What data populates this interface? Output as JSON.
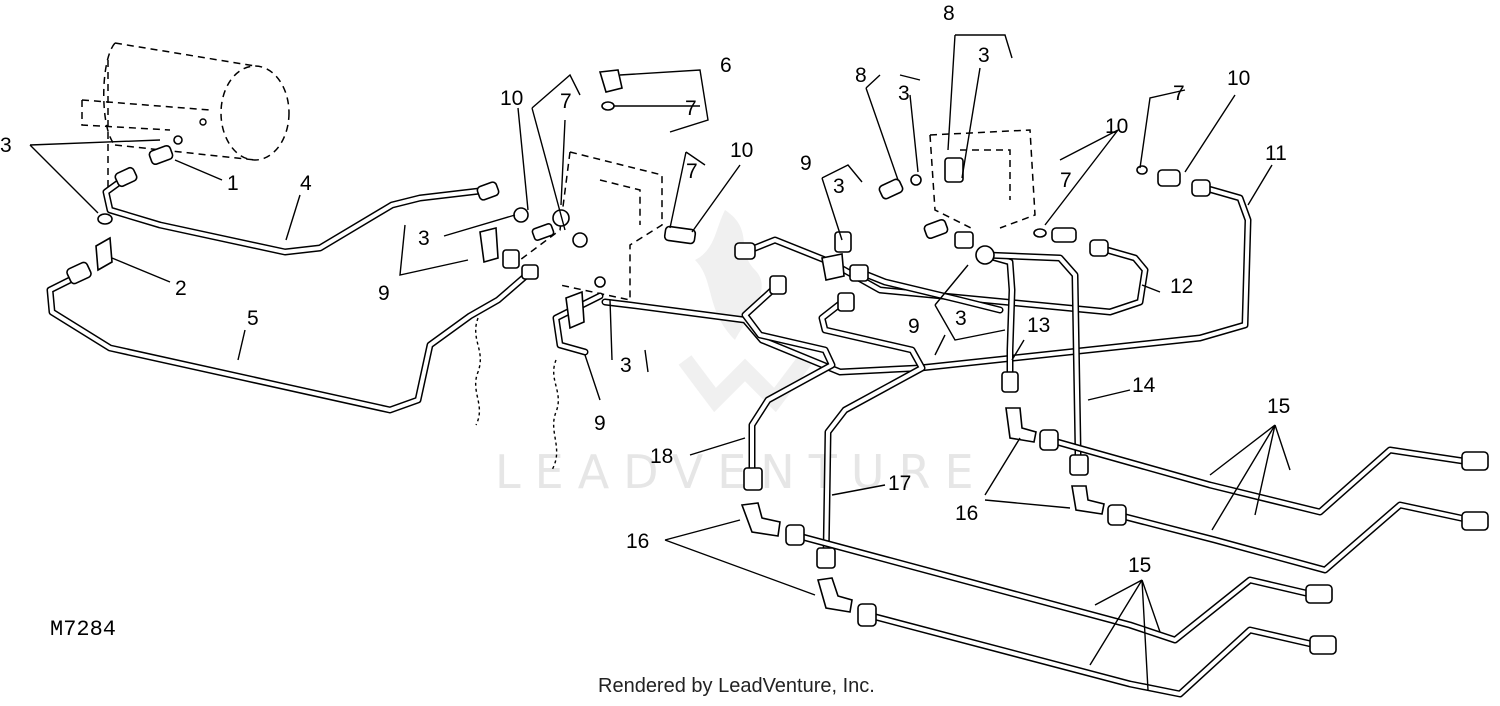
{
  "figure_code": "M7284",
  "credit": "Rendered by LeadVenture, Inc.",
  "watermark": "LEADVENTURE",
  "callouts": {
    "c1": "1",
    "c2": "2",
    "c3a": "3",
    "c3b": "3",
    "c3c": "3",
    "c3d": "3",
    "c3e": "3",
    "c3f": "3",
    "c3g": "3",
    "c4": "4",
    "c5": "5",
    "c6": "6",
    "c7a": "7",
    "c7b": "7",
    "c7c": "7",
    "c7d": "7",
    "c7e": "7",
    "c8a": "8",
    "c8b": "8",
    "c9a": "9",
    "c9b": "9",
    "c9c": "9",
    "c9d": "9",
    "c10a": "10",
    "c10b": "10",
    "c10c": "10",
    "c10d": "10",
    "c11": "11",
    "c12": "12",
    "c13": "13",
    "c14": "14",
    "c15a": "15",
    "c15b": "15",
    "c16a": "16",
    "c16b": "16",
    "c17": "17",
    "c18": "18"
  },
  "colors": {
    "ink": "#000000",
    "paper": "#ffffff",
    "watermark": "#e6e6e6"
  }
}
